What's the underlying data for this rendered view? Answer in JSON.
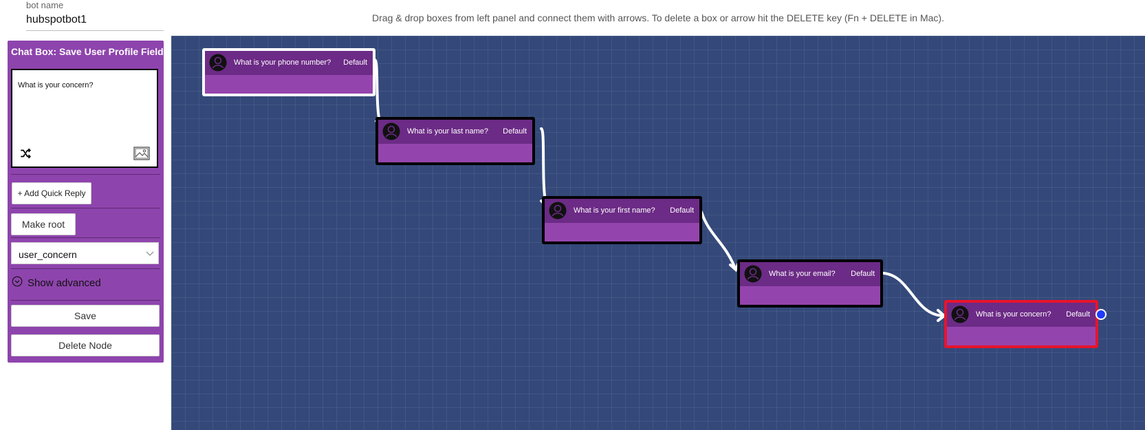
{
  "bot": {
    "name_label": "bot name",
    "name_value": "hubspotbot1"
  },
  "instructions": "Drag & drop boxes from left panel and connect them with arrows. To delete a box or arrow hit the DELETE key (Fn + DELETE in Mac).",
  "panel": {
    "title": "Chat Box: Save User Profile Field",
    "message": "What is your concern?",
    "add_quick_reply": "+ Add Quick Reply",
    "make_root": "Make root",
    "field_select": "user_concern",
    "show_advanced": "Show advanced",
    "save": "Save",
    "delete_node": "Delete Node"
  },
  "nodes": [
    {
      "title": "What is your phone number?",
      "badge": "Default"
    },
    {
      "title": "What is your last name?",
      "badge": "Default"
    },
    {
      "title": "What is your first name?",
      "badge": "Default"
    },
    {
      "title": "What is your email?",
      "badge": "Default"
    },
    {
      "title": "What is your concern?",
      "badge": "Default"
    }
  ],
  "colors": {
    "panel": "#8e44ad",
    "canvas": "#34497a",
    "node_header": "#6c2b86",
    "node_body": "#9445ad",
    "selected_border": "#e8142c",
    "root_border": "#ffffff",
    "handle": "#1f3cff"
  }
}
